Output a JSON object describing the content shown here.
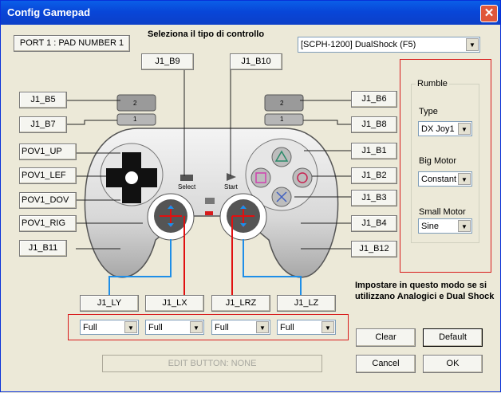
{
  "window": {
    "title": "Config Gamepad",
    "close_glyph": "✕"
  },
  "port_label": "PORT 1 : PAD NUMBER 1",
  "select_hint": "Seleziona il tipo di controllo",
  "controller_type": "[SCPH-1200] DualShock (F5)",
  "buttons": {
    "b9": "J1_B9",
    "b10": "J1_B10",
    "b5": "J1_B5",
    "b7": "J1_B7",
    "pov_up": "POV1_UP",
    "pov_left": "POV1_LEF",
    "pov_down": "POV1_DOV",
    "pov_right": "POV1_RIG",
    "b11": "J1_B11",
    "b6": "J1_B6",
    "b8": "J1_B8",
    "b1": "J1_B1",
    "b2": "J1_B2",
    "b3": "J1_B3",
    "b4": "J1_B4",
    "b12": "J1_B12"
  },
  "pad": {
    "select": "Select",
    "start": "Start",
    "l2": "2",
    "l1": "1",
    "r2": "2",
    "r1": "1"
  },
  "axes": [
    {
      "label": "J1_LY",
      "mode": "Full"
    },
    {
      "label": "J1_LX",
      "mode": "Full"
    },
    {
      "label": "J1_LRZ",
      "mode": "Full"
    },
    {
      "label": "J1_LZ",
      "mode": "Full"
    }
  ],
  "analog_note": "Impostare in questo modo se si utilizzano Analogici e Dual Shock",
  "rumble": {
    "title": "Rumble",
    "type_label": "Type",
    "type_value": "DX Joy1",
    "big_label": "Big Motor",
    "big_value": "Constant",
    "small_label": "Small Motor",
    "small_value": "Sine"
  },
  "edit_status": "EDIT BUTTON: NONE",
  "actions": {
    "clear": "Clear",
    "default": "Default",
    "cancel": "Cancel",
    "ok": "OK"
  },
  "colors": {
    "titlebar": "#0846d8",
    "red_outline": "#d81b1b",
    "blue_axis": "#1e8ee8",
    "red_axis": "#e01010"
  }
}
